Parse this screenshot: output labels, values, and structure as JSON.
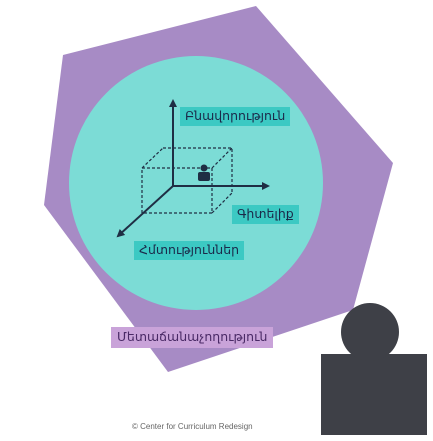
{
  "labels": {
    "character": "Բնավորություն",
    "knowledge": "Գիտելիք",
    "skills": "Հմտություններ",
    "metalearning": "Մետաճանաչողություն"
  },
  "credit": "© Center for Curriculum Redesign",
  "colors": {
    "hexagon_fill": "#a78bc5",
    "circle_fill": "#7cdcd6",
    "label_teal": "#3cc9c3",
    "label_purple": "#c9a3d9",
    "person_fill": "#3e4047",
    "axis_stroke": "#1f2e44"
  },
  "icons": {
    "person": "person-silhouette-icon",
    "learner": "small-person-icon"
  }
}
